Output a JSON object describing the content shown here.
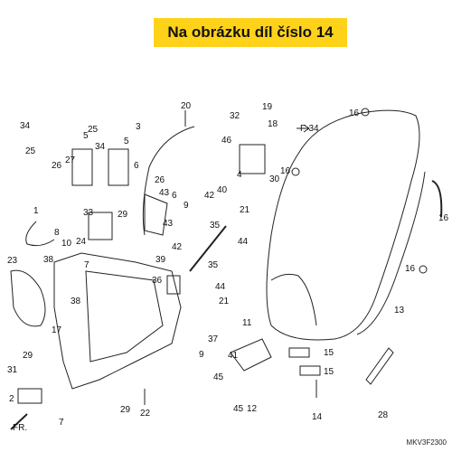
{
  "banner": {
    "text": "Na obrázku díl číslo 14"
  },
  "diagram": {
    "fr_label": "FR.",
    "f34_label": "F-34",
    "drawing_code": "MKV3F2300",
    "callouts": [
      "1",
      "2",
      "3",
      "4",
      "5",
      "6",
      "7",
      "8",
      "9",
      "10",
      "11",
      "12",
      "13",
      "14",
      "15",
      "16",
      "17",
      "18",
      "19",
      "20",
      "21",
      "22",
      "23",
      "24",
      "25",
      "26",
      "27",
      "28",
      "29",
      "30",
      "31",
      "32",
      "33",
      "34",
      "35",
      "36",
      "37",
      "38",
      "39",
      "40",
      "41",
      "42",
      "43",
      "44",
      "45",
      "46"
    ]
  }
}
